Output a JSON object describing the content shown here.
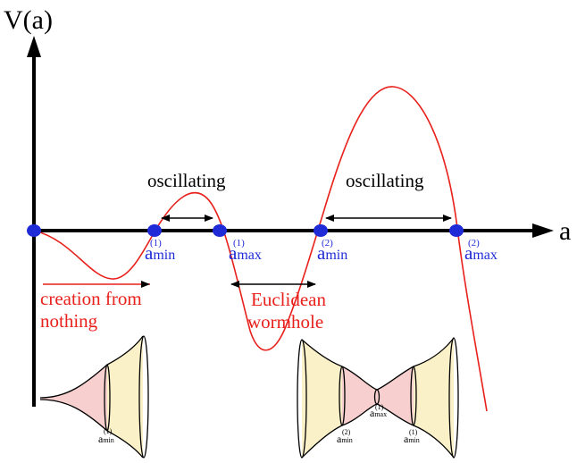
{
  "axes": {
    "y_label": "V(a)",
    "x_label": "a"
  },
  "points": [
    {
      "id": "origin",
      "main": "",
      "sup": ""
    },
    {
      "id": "amin1",
      "main": "a",
      "sub": "min",
      "sup": "(1)"
    },
    {
      "id": "amax1",
      "main": "a",
      "sub": "max",
      "sup": "(1)"
    },
    {
      "id": "amin2",
      "main": "a",
      "sub": "min",
      "sup": "(2)"
    },
    {
      "id": "amax2",
      "main": "a",
      "sub": "max",
      "sup": "(2)"
    }
  ],
  "labels": {
    "oscillating_1": "oscillating",
    "oscillating_2": "oscillating",
    "creation_line1": "creation from",
    "creation_line2": "nothing",
    "euclidean_line1": "Euclidean",
    "euclidean_line2": "wormhole"
  },
  "shapes": {
    "left": {
      "main": "a",
      "sub": "min",
      "sup": "(1)"
    },
    "right_left": {
      "main": "a",
      "sub": "min",
      "sup": "(2)"
    },
    "right_center": {
      "main": "a",
      "sub": "max",
      "sup": "(1)"
    },
    "right_right": {
      "main": "a",
      "sub": "min",
      "sup": "(1)"
    }
  },
  "colors": {
    "curve": "#e8211c",
    "axis": "#000000",
    "point": "#1f2bd6",
    "shape_pink": "#f8cfcf",
    "shape_cream": "#fbf1c9"
  }
}
